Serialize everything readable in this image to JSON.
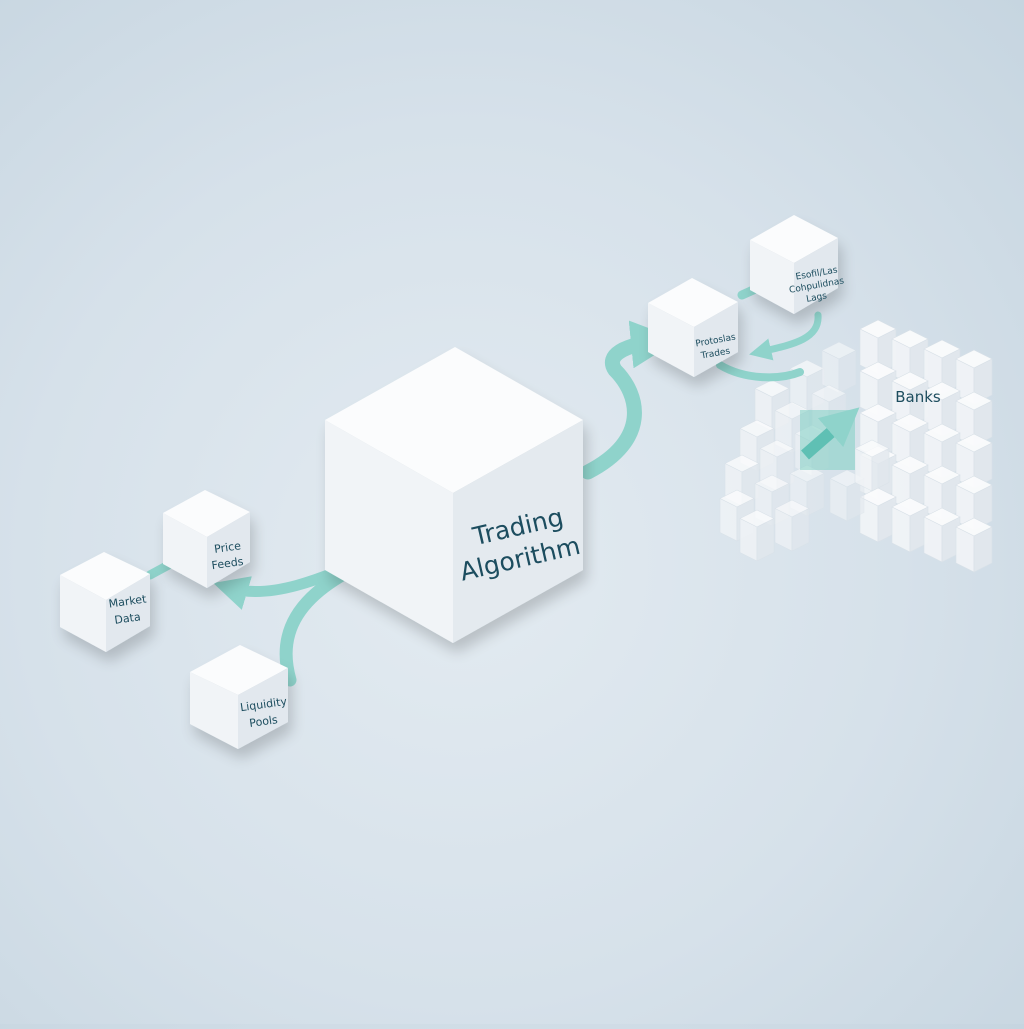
{
  "diagram": {
    "main_node": {
      "line1": "Trading",
      "line2": "Algorithm"
    },
    "inputs": {
      "market_data": {
        "line1": "Market",
        "line2": "Data"
      },
      "price_feeds": {
        "line1": "Price",
        "line2": "Feeds"
      },
      "liquidity_pools": {
        "line1": "Liquidity",
        "line2": "Pools"
      }
    },
    "outputs": {
      "trades": {
        "line1": "Protoslas",
        "line2": "Trades"
      },
      "profit_loss": {
        "line1": "Esofil/Las",
        "line2": "Cohpulidnas",
        "line3": "Lags"
      },
      "banks": {
        "label": "Banks"
      }
    },
    "colors": {
      "arrow": "#8fd3cb",
      "arrow_dark": "#5fc0b4",
      "text": "#1d4d5e",
      "cube_top": "#fbfcfd",
      "cube_left": "#f1f4f7",
      "cube_right": "#e2e8ee"
    }
  }
}
